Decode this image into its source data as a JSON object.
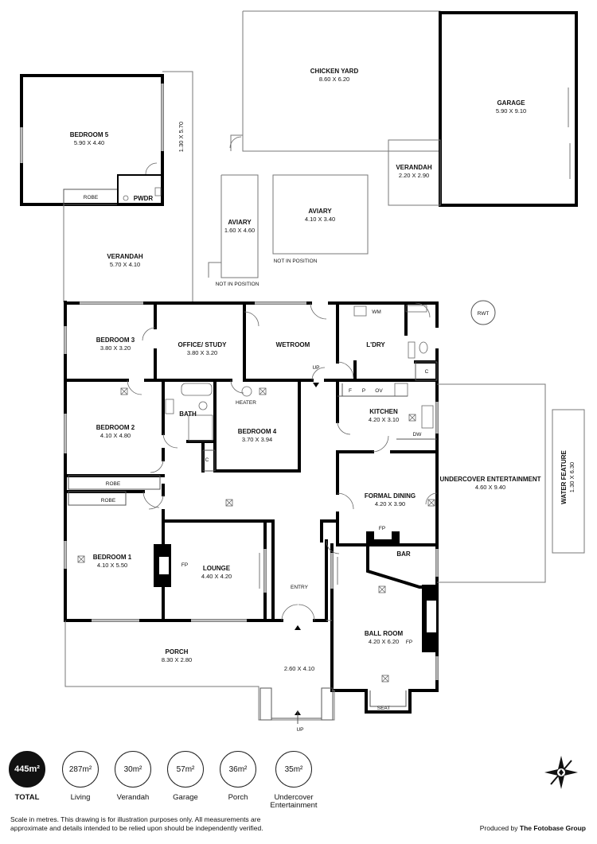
{
  "rooms": {
    "bedroom5": {
      "name": "BEDROOM 5",
      "dims": "5.90 X 4.40"
    },
    "chicken_yard": {
      "name": "CHICKEN YARD",
      "dims": "8.60 X 6.20"
    },
    "garage": {
      "name": "GARAGE",
      "dims": "5.90 X 9.10"
    },
    "verandah_small": {
      "name": "VERANDAH",
      "dims": "2.20 X 2.90"
    },
    "side_passage": {
      "dims": "1.30 X 5.70"
    },
    "aviary_small": {
      "name": "AVIARY",
      "dims": "1.60 X 4.60",
      "note": "NOT IN POSITION"
    },
    "aviary_large": {
      "name": "AVIARY",
      "dims": "4.10 X 3.40",
      "note": "NOT IN POSITION"
    },
    "verandah_main": {
      "name": "VERANDAH",
      "dims": "5.70 X 4.10"
    },
    "bedroom3": {
      "name": "BEDROOM 3",
      "dims": "3.80 X 3.20"
    },
    "office": {
      "name": "OFFICE/ STUDY",
      "dims": "3.80 X 3.20"
    },
    "wetroom": {
      "name": "WETROOM"
    },
    "laundry": {
      "name": "L'DRY"
    },
    "bedroom2": {
      "name": "BEDROOM 2",
      "dims": "4.10 X 4.80"
    },
    "bath": {
      "name": "BATH"
    },
    "bedroom4": {
      "name": "BEDROOM 4",
      "dims": "3.70 X 3.94"
    },
    "kitchen": {
      "name": "KITCHEN",
      "dims": "4.20 X 3.10"
    },
    "undercover": {
      "name": "UNDERCOVER ENTERTAINMENT",
      "dims": "4.60 X 9.40"
    },
    "water_feature": {
      "name": "WATER FEATURE",
      "dims": "1.30 X 6.30"
    },
    "formal_dining": {
      "name": "FORMAL DINING",
      "dims": "4.20 X 3.90"
    },
    "bedroom1": {
      "name": "BEDROOM 1",
      "dims": "4.10 X 5.50"
    },
    "lounge": {
      "name": "LOUNGE",
      "dims": "4.40 X 4.20"
    },
    "bar": {
      "name": "BAR"
    },
    "ball_room": {
      "name": "BALL ROOM",
      "dims": "4.20 X 6.20"
    },
    "porch": {
      "name": "PORCH",
      "dims": "8.30 X 2.80"
    },
    "porch_ext": {
      "dims": "2.60 X 4.10"
    }
  },
  "labels": {
    "pwdr": "PWDR",
    "robe": "ROBE",
    "rwt": "RWT",
    "wm": "WM",
    "c": "C",
    "up": "UP",
    "heater": "HEATER",
    "f": "F",
    "p": "P",
    "ov": "OV",
    "dw": "DW",
    "fp": "FP",
    "entry": "ENTRY",
    "seat": "SEAT"
  },
  "stats": [
    {
      "value": "445m²",
      "label": "TOTAL"
    },
    {
      "value": "287m²",
      "label": "Living"
    },
    {
      "value": "30m²",
      "label": "Verandah"
    },
    {
      "value": "57m²",
      "label": "Garage"
    },
    {
      "value": "36m²",
      "label": "Porch"
    },
    {
      "value": "35m²",
      "label": "Undercover Entertainment"
    }
  ],
  "footer": {
    "disclaimer": "Scale in metres. This drawing is for illustration purposes only. All measurements are approximate and details intended to be relied upon should be independently verified.",
    "producer_prefix": "Produced by",
    "producer_name": "The Fotobase Group"
  }
}
